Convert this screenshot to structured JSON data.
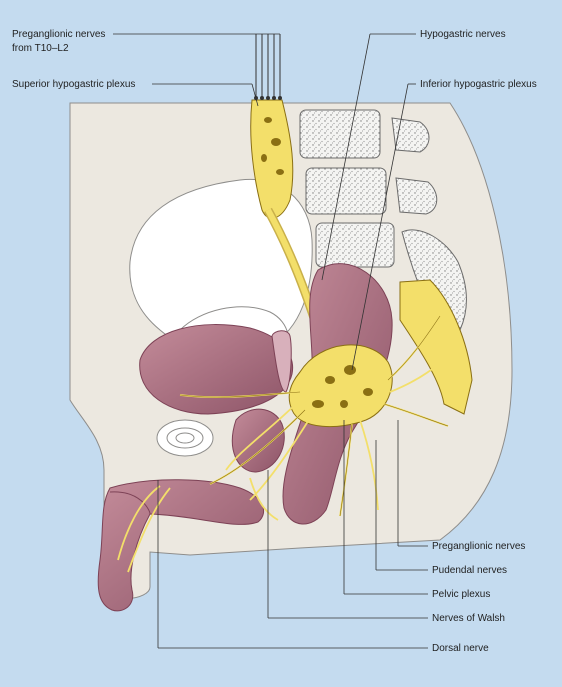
{
  "labels": {
    "preganglionic_top_line1": "Preganglionic nerves",
    "preganglionic_top_line2": "from T10–L2",
    "superior_hypogastric_plexus": "Superior hypogastric plexus",
    "hypogastric_nerves": "Hypogastric nerves",
    "inferior_hypogastric_plexus": "Inferior hypogastric plexus",
    "preganglionic_nerves": "Preganglionic nerves",
    "pudendal_nerves": "Pudendal nerves",
    "pelvic_plexus": "Pelvic plexus",
    "nerves_of_walsh": "Nerves of Walsh",
    "dorsal_nerve": "Dorsal nerve"
  },
  "colors": {
    "background": "#c4dbef",
    "body": "#ece8e0",
    "nerve_yellow": "#f3df6a",
    "nerve_dark": "#8a6f13",
    "muscle": "#b07686",
    "muscle_dark": "#7d4256",
    "bone": "#f3f3f1",
    "leader_line": "#333333"
  }
}
